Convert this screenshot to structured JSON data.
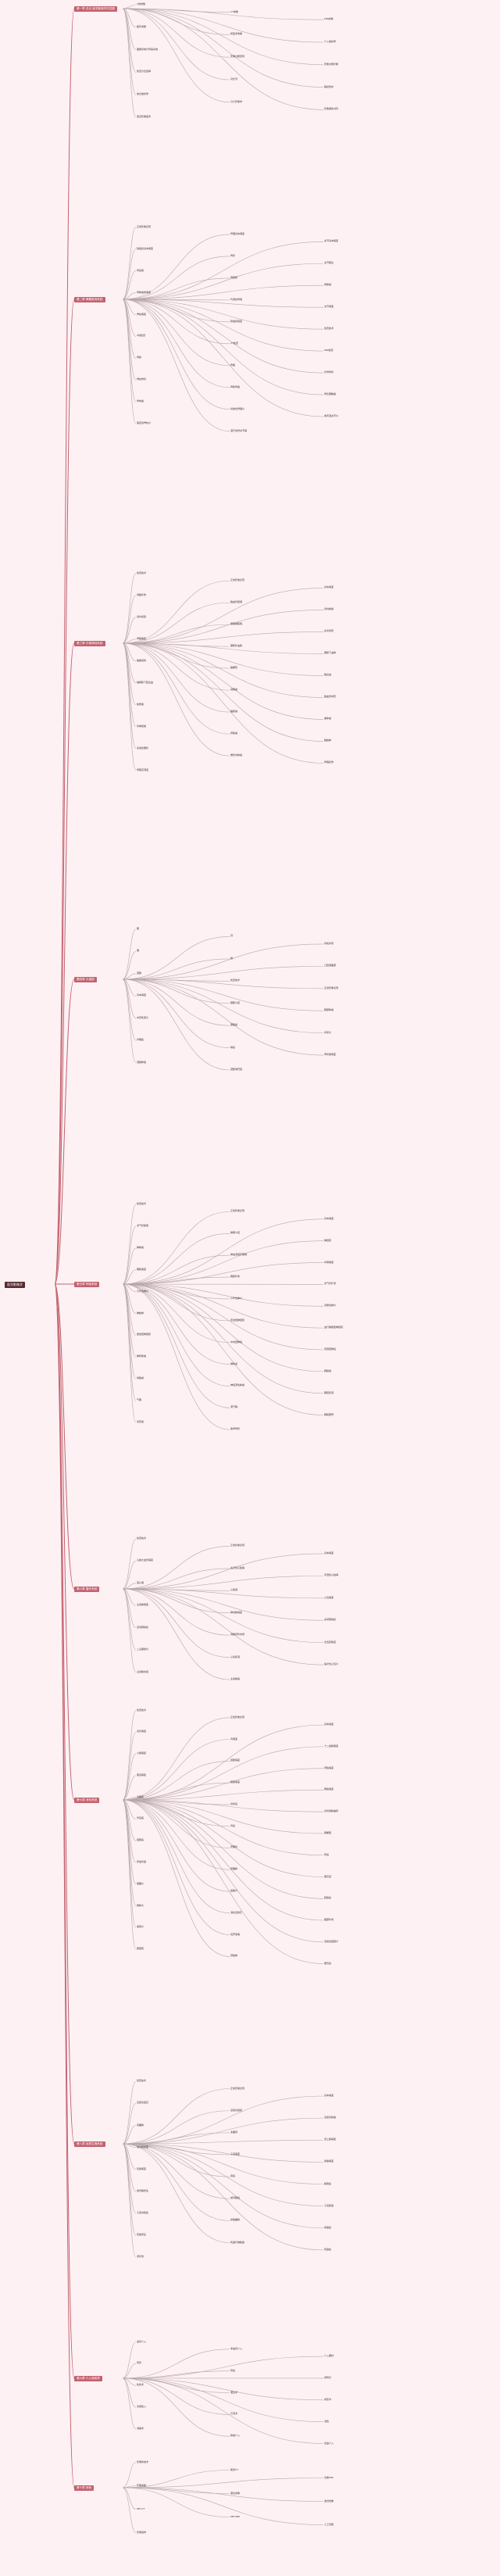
{
  "root": "医学影像学",
  "branches": [
    {
      "label": "第一章 总论 医学影像学的发展",
      "items": [
        "X线成像",
        "CT成像",
        "MRI成像",
        "超声成像",
        "核医学成像",
        "介入放射学",
        "图像存档与传输系统",
        "影像诊断原则",
        "影像诊断步骤",
        "检查方法选择",
        "对比剂",
        "辐射防护",
        "信息放射学",
        "分子影像学",
        "影像报告书写",
        "循证影像医学"
      ]
    },
    {
      "label": "第二章 骨骼肌肉系统",
      "items": [
        "正常影像表现",
        "骨骼基本病变",
        "关节基本病变",
        "软组织基本病变",
        "骨折",
        "关节脱位",
        "骨感染",
        "骨结核",
        "骨肿瘤",
        "骨肿瘤样病变",
        "代谢性骨病",
        "关节病变",
        "脊柱病变",
        "软组织病变",
        "检查技术",
        "X线检查",
        "CT检查",
        "MRI检查",
        "骨龄",
        "骨骺",
        "长骨骨折",
        "脊柱骨折",
        "骨软骨瘤",
        "骨巨细胞瘤",
        "骨肉瘤",
        "化脓性骨髓炎",
        "类风湿关节炎",
        "强直性脊柱炎",
        "退行性骨关节病"
      ]
    },
    {
      "label": "第三章 中枢神经系统",
      "items": [
        "检查技术",
        "正常影像表现",
        "基本病变",
        "颅脑外伤",
        "脑血管疾病",
        "颅内肿瘤",
        "颅内感染",
        "脱髓鞘疾病",
        "先天畸形",
        "脊髓病变",
        "硬膜外血肿",
        "硬膜下血肿",
        "脑挫裂伤",
        "脑梗死",
        "脑出血",
        "蛛网膜下腔出血",
        "动脉瘤",
        "脑血管畸形",
        "胶质瘤",
        "脑膜瘤",
        "垂体瘤",
        "听神经瘤",
        "转移瘤",
        "脑脓肿",
        "多发性硬化",
        "椎管内肿瘤",
        "脊髓损伤",
        "脊髓空洞症"
      ]
    },
    {
      "label": "第四章 头颈部",
      "items": [
        "眼",
        "耳",
        "鼻和鼻窦",
        "咽",
        "喉",
        "口腔颌面部",
        "颈部",
        "检查技术",
        "正常影像表现",
        "基本病变",
        "眼眶炎症",
        "眼部肿瘤",
        "中耳乳突炎",
        "胆脂瘤",
        "鼻窦炎",
        "鼻咽癌",
        "喉癌",
        "甲状腺病变",
        "涎腺肿瘤",
        "颈部淋巴结"
      ]
    },
    {
      "label": "第五章 呼吸系统",
      "items": [
        "检查技术",
        "正常影像表现",
        "基本病变",
        "支气管疾病",
        "肺部炎症",
        "肺结核",
        "肺肿瘤",
        "肺血液循环障碍",
        "纵隔病变",
        "胸膜病变",
        "胸部外伤",
        "支气管扩张",
        "大叶性肺炎",
        "小叶性肺炎",
        "间质性肺炎",
        "肺脓肿",
        "原发型肺结核",
        "血行播散型肺结核",
        "继发型肺结核",
        "中央型肺癌",
        "周围型肺癌",
        "肺转移瘤",
        "肺栓塞",
        "胸腺瘤",
        "畸胎瘤",
        "神经源性肿瘤",
        "胸腔积液",
        "气胸",
        "液气胸",
        "胸膜肥厚",
        "间皮瘤",
        "肋骨骨折"
      ]
    },
    {
      "label": "第六章 循环系统",
      "items": [
        "检查技术",
        "正常影像表现",
        "基本病变",
        "心脏大血管病变",
        "先天性心脏病",
        "风湿性心脏病",
        "冠心病",
        "心肌病",
        "心包病变",
        "主动脉病变",
        "肺动脉病变",
        "房间隔缺损",
        "室间隔缺损",
        "动脉导管未闭",
        "法洛四联症",
        "二尖瓣狭窄",
        "心包积液",
        "缩窄性心包炎",
        "主动脉夹层",
        "主动脉瘤"
      ]
    },
    {
      "label": "第七章 消化系统",
      "items": [
        "检查技术",
        "正常影像表现",
        "基本病变",
        "食管病变",
        "胃病变",
        "十二指肠病变",
        "小肠病变",
        "结肠病变",
        "肝脏病变",
        "胆道病变",
        "胰腺病变",
        "脾脏病变",
        "急腹症",
        "食管癌",
        "食管静脉曲张",
        "胃溃疡",
        "胃癌",
        "肠梗阻",
        "结肠癌",
        "肝硬化",
        "肝癌",
        "肝血管瘤",
        "肝囊肿",
        "胆石症",
        "胆囊炎",
        "胰腺炎",
        "胰腺癌",
        "脾肿大",
        "消化道穿孔",
        "腹部外伤",
        "阑尾炎",
        "克罗恩病",
        "溃疡性结肠炎",
        "肠结核",
        "肝脓肿",
        "胆管癌"
      ]
    },
    {
      "label": "第八章 泌尿生殖系统",
      "items": [
        "检查技术",
        "正常影像表现",
        "基本病变",
        "泌尿系结石",
        "泌尿系结核",
        "泌尿系肿瘤",
        "肾囊肿",
        "多囊肾",
        "肾上腺病变",
        "前列腺病变",
        "子宫病变",
        "卵巢病变",
        "乳腺病变",
        "肾癌",
        "膀胱癌",
        "前列腺增生",
        "前列腺癌",
        "子宫肌瘤",
        "子宫内膜癌",
        "卵巢囊肿",
        "卵巢癌",
        "乳腺增生",
        "乳腺纤维腺瘤",
        "乳腺癌",
        "肾外伤"
      ]
    },
    {
      "label": "第九章 介入放射学",
      "items": [
        "血管介入",
        "非血管介入",
        "介入器材",
        "导管",
        "导丝",
        "穿刺针",
        "栓塞术",
        "灌注术",
        "成形术",
        "支架植入",
        "引流术",
        "活检",
        "消融术",
        "肿瘤介入",
        "出血介入"
      ]
    },
    {
      "label": "第十章 其他",
      "items": [
        "影像新技术",
        "能谱CT",
        "功能MRI",
        "弥散成像",
        "灌注成像",
        "波谱成像",
        "PET-CT",
        "PET-MRI",
        "人工智能",
        "影像组学"
      ]
    }
  ]
}
